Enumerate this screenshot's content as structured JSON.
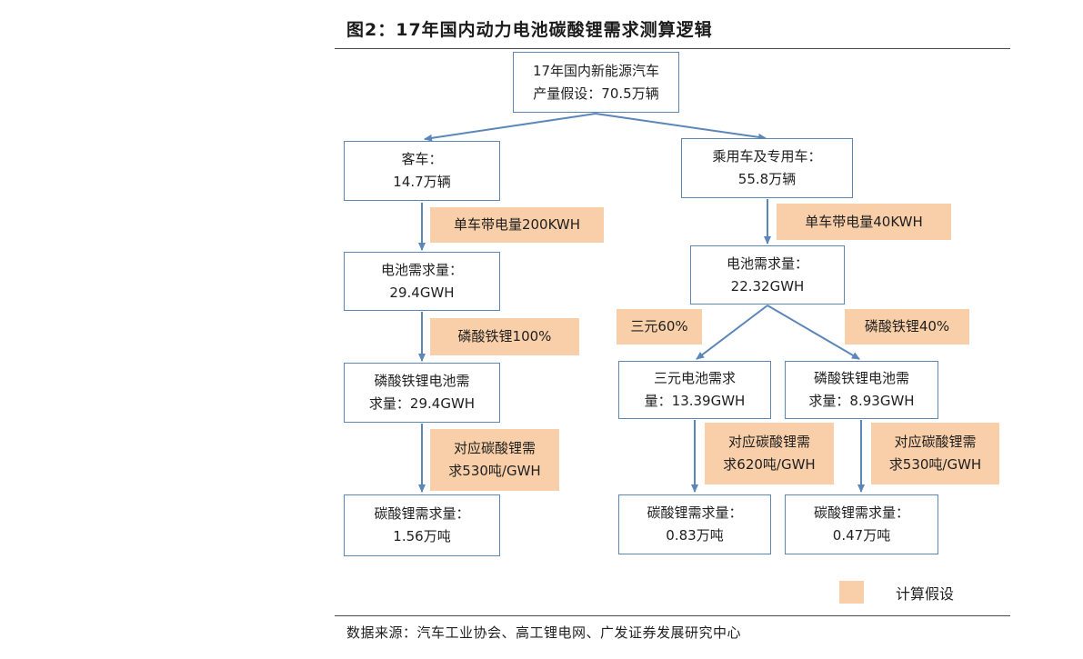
{
  "title": "图2：17年国内动力电池碳酸锂需求测算逻辑",
  "root": {
    "line1": "17年国内新能源汽车",
    "line2": "产量假设：70.5万辆"
  },
  "left": {
    "vehicle": {
      "line1": "客车：",
      "line2": "14.7万辆"
    },
    "assumption1": "单车带电量200KWH",
    "battery_demand": {
      "line1": "电池需求量：",
      "line2": "29.4GWH"
    },
    "assumption2": "磷酸铁锂100%",
    "lfp_demand": {
      "line1": "磷酸铁锂电池需",
      "line2": "求量：29.4GWH"
    },
    "assumption3": {
      "line1": "对应碳酸锂需",
      "line2": "求530吨/GWH"
    },
    "result": {
      "line1": "碳酸锂需求量：",
      "line2": "1.56万吨"
    }
  },
  "right": {
    "vehicle": {
      "line1": "乘用车及专用车：",
      "line2": "55.8万辆"
    },
    "assumption1": "单车带电量40KWH",
    "battery_demand": {
      "line1": "电池需求量：",
      "line2": "22.32GWH"
    },
    "ternary_share": "三元60%",
    "lfp_share": "磷酸铁锂40%",
    "ternary_demand": {
      "line1": "三元电池需求",
      "line2": "量：13.39GWH"
    },
    "lfp_demand": {
      "line1": "磷酸铁锂电池需",
      "line2": "求量：8.93GWH"
    },
    "ternary_assumption": {
      "line1": "对应碳酸锂需",
      "line2": "求620吨/GWH"
    },
    "lfp_assumption": {
      "line1": "对应碳酸锂需",
      "line2": "求530吨/GWH"
    },
    "ternary_result": {
      "line1": "碳酸锂需求量：",
      "line2": "0.83万吨"
    },
    "lfp_result": {
      "line1": "碳酸锂需求量：",
      "line2": "0.47万吨"
    }
  },
  "legend": {
    "label": "计算假设"
  },
  "source": "数据来源：汽车工业协会、高工锂电网、广发证券发展研究中心",
  "colors": {
    "box_border": "#5b86b8",
    "arrow": "#5b86b8",
    "assumption_fill": "#f9cfa9",
    "rule": "#4a4a4a"
  }
}
